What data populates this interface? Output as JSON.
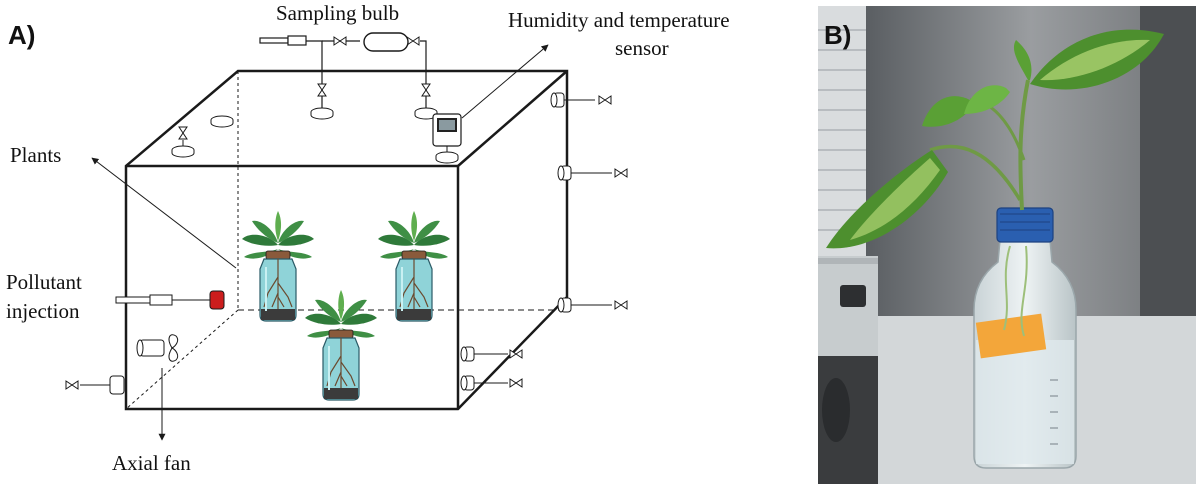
{
  "panel_a": {
    "letter": "A)",
    "labels": {
      "sampling_bulb": "Sampling bulb",
      "sensor_line1": "Humidity and temperature",
      "sensor_line2": "sensor",
      "plants": "Plants",
      "pollutant_line1": "Pollutant",
      "pollutant_line2": "injection",
      "axial_fan": "Axial fan"
    }
  },
  "panel_b": {
    "letter": "B)"
  },
  "colors": {
    "line": "#1a1a1a",
    "leaf": "#2f7a3a",
    "leaf_light": "#5fae4f",
    "jar_glass": "#8fd3d8",
    "injection_cap": "#cc1d1d",
    "bottle_cap": "#2a5fb0",
    "photo_bg": "#8f9295"
  }
}
